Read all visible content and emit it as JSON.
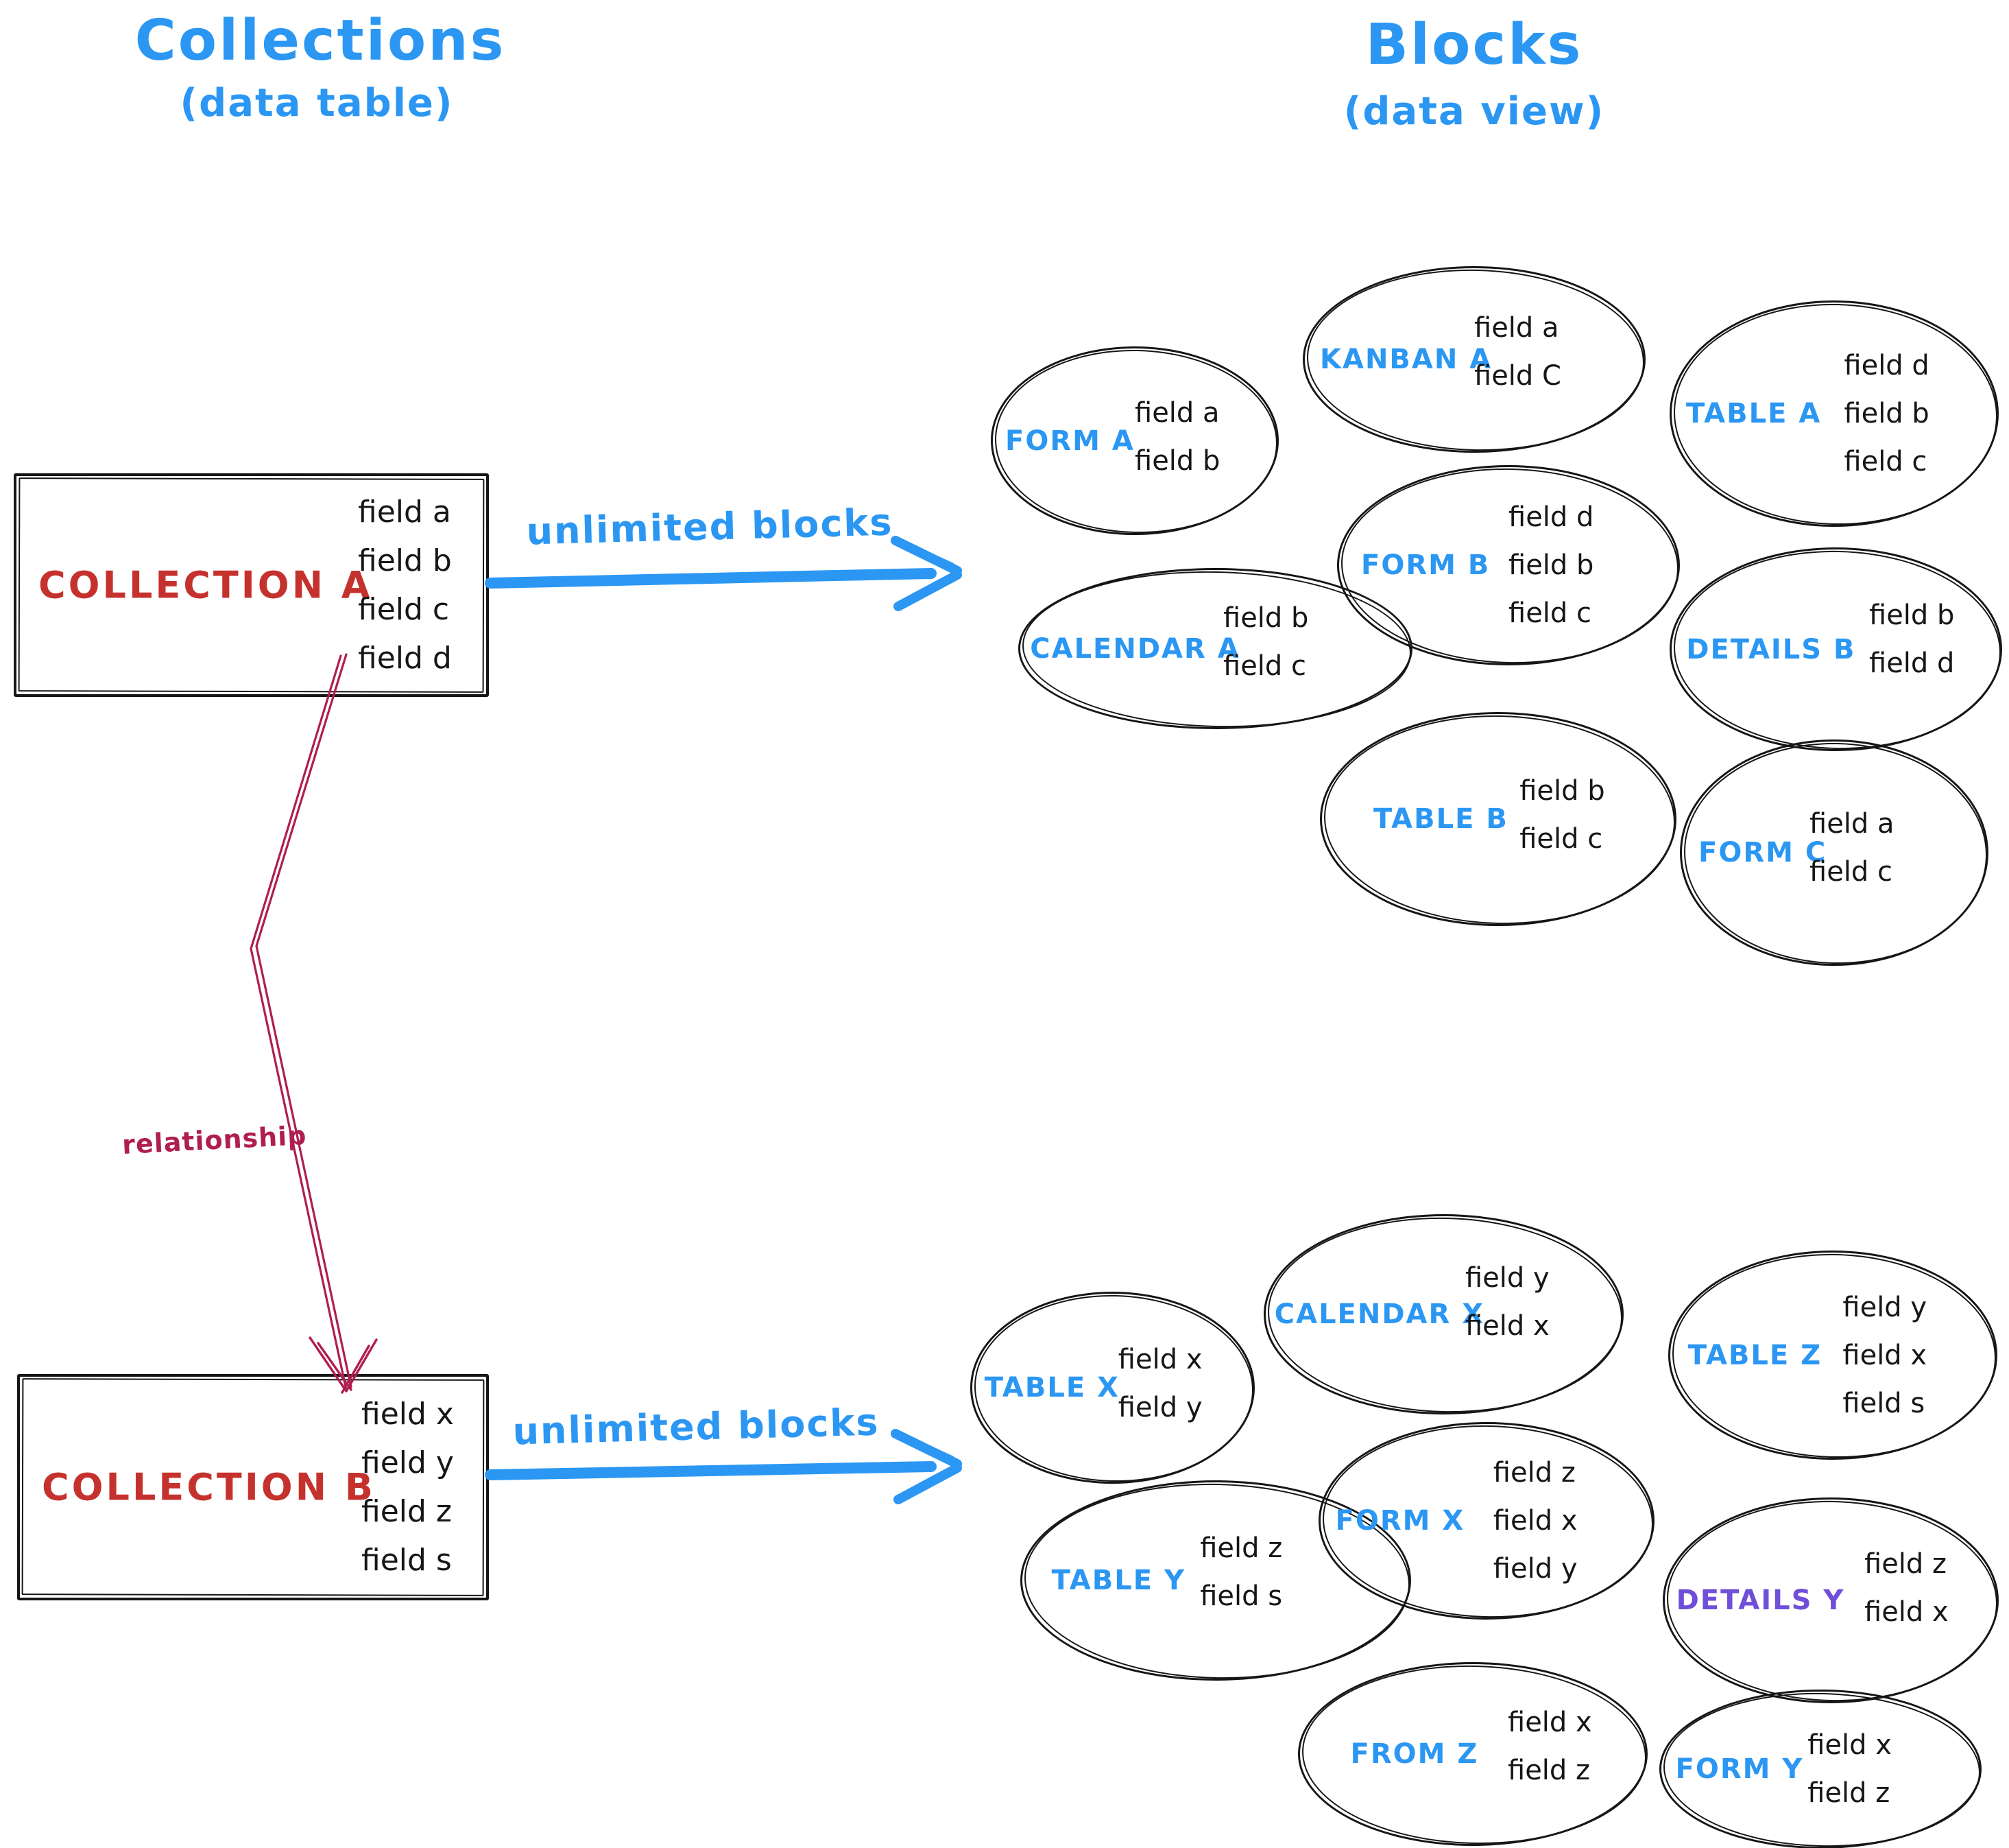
{
  "headers": {
    "left": {
      "title": "Collections",
      "subtitle": "(data table)"
    },
    "right": {
      "title": "Blocks",
      "subtitle": "(data view)"
    }
  },
  "collections": {
    "a": {
      "name": "COLLECTION A",
      "fields": [
        "field a",
        "field b",
        "field c",
        "field d"
      ],
      "arrow_label": "unlimited blocks"
    },
    "b": {
      "name": "COLLECTION B",
      "fields": [
        "field x",
        "field y",
        "field z",
        "field s"
      ],
      "arrow_label": "unlimited blocks"
    }
  },
  "relationship": {
    "label": "relationship"
  },
  "blocks_a": [
    {
      "name": "FORM A",
      "fields": [
        "field a",
        "field b"
      ]
    },
    {
      "name": "KANBAN A",
      "fields": [
        "field a",
        "field C"
      ]
    },
    {
      "name": "TABLE A",
      "fields": [
        "field d",
        "field b",
        "field c"
      ]
    },
    {
      "name": "CALENDAR A",
      "fields": [
        "field b",
        "field c"
      ]
    },
    {
      "name": "FORM B",
      "fields": [
        "field d",
        "field b",
        "field c"
      ]
    },
    {
      "name": "DETAILS B",
      "fields": [
        "field b",
        "field d"
      ]
    },
    {
      "name": "TABLE B",
      "fields": [
        "field b",
        "field c"
      ]
    },
    {
      "name": "FORM C",
      "fields": [
        "field a",
        "field c"
      ]
    }
  ],
  "blocks_b": [
    {
      "name": "TABLE X",
      "fields": [
        "field x",
        "field y"
      ]
    },
    {
      "name": "CALENDAR X",
      "fields": [
        "field y",
        "field x"
      ]
    },
    {
      "name": "TABLE Z",
      "fields": [
        "field y",
        "field x",
        "field s"
      ]
    },
    {
      "name": "TABLE Y",
      "fields": [
        "field z",
        "field s"
      ]
    },
    {
      "name": "FORM X",
      "fields": [
        "field z",
        "field x",
        "field y"
      ]
    },
    {
      "name": "DETAILS Y",
      "fields": [
        "field z",
        "field x"
      ],
      "label_color": "#6f4fd8"
    },
    {
      "name": "FROM Z",
      "fields": [
        "field x",
        "field z"
      ]
    },
    {
      "name": "FORM Y",
      "fields": [
        "field x",
        "field z"
      ]
    }
  ],
  "colors": {
    "accent_blue": "#2b97f3",
    "collection_red": "#c5322d",
    "relationship_crimson": "#b01e4f",
    "details_y_purple": "#6f4fd8",
    "ink": "#161616"
  }
}
